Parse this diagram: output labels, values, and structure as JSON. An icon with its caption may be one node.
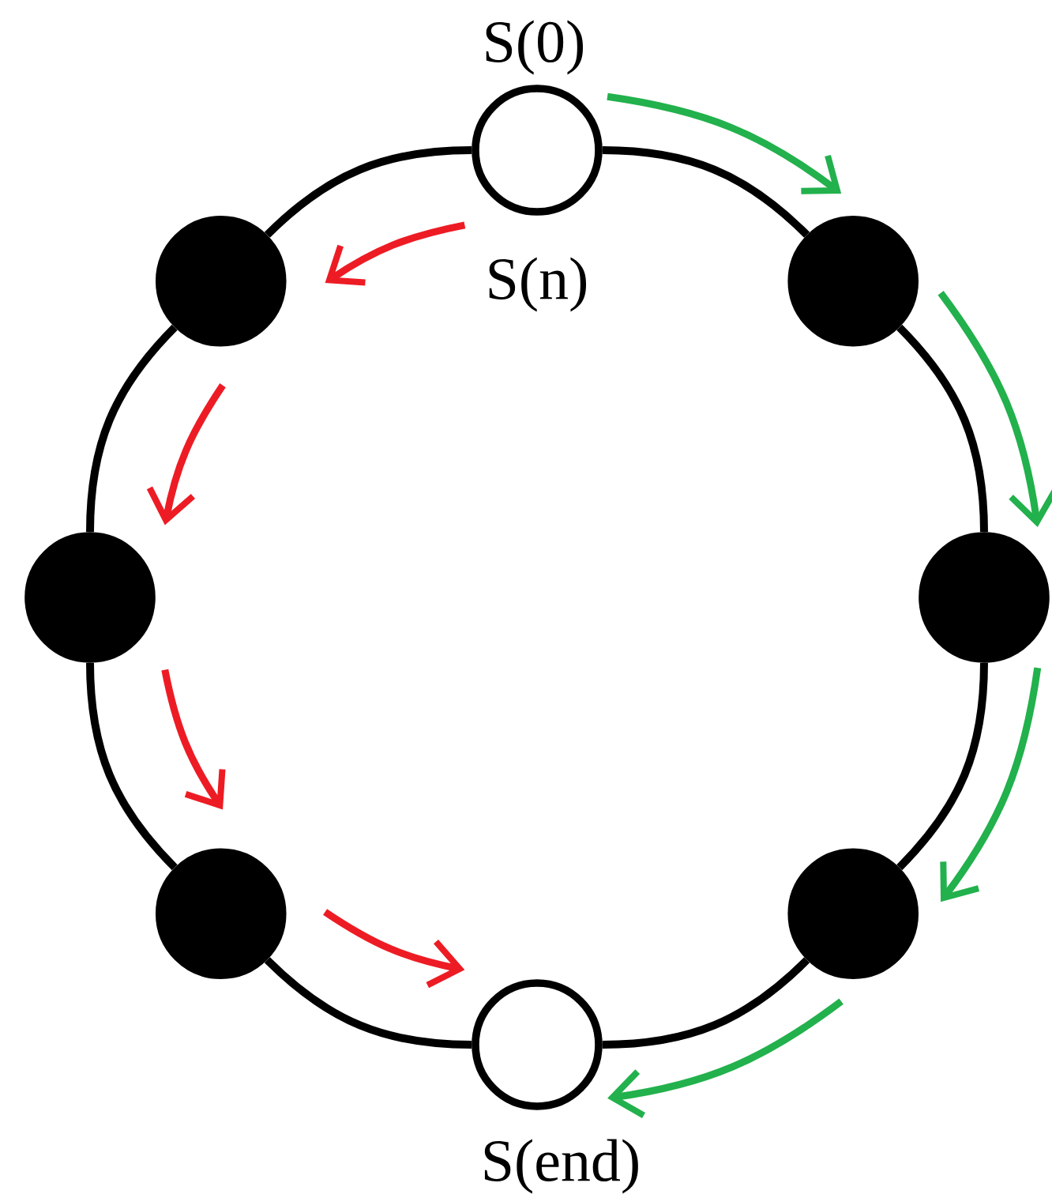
{
  "diagram": {
    "nodes": [
      {
        "text": [],
        "shape": "circle",
        "beside": [
          "S(0)",
          "S(n)"
        ]
      },
      {
        "text": [],
        "shape": "circle"
      },
      {
        "text": [],
        "shape": "circle"
      },
      {
        "text": [],
        "shape": "circle"
      },
      {
        "text": [],
        "shape": "circle"
      },
      {
        "text": [],
        "shape": "circle"
      },
      {
        "text": [],
        "shape": "circle"
      },
      {
        "text": [],
        "shape": "circle",
        "beside": [
          "S(end)"
        ]
      }
    ],
    "edges": [
      {
        "from": 0,
        "to": 2,
        "arrow": "none"
      },
      {
        "from": 2,
        "to": 4,
        "arrow": "none"
      },
      {
        "from": 4,
        "to": 6,
        "arrow": "none"
      },
      {
        "from": 6,
        "to": 7,
        "arrow": "none"
      },
      {
        "from": 7,
        "to": 5,
        "arrow": "none"
      },
      {
        "from": 5,
        "to": 3,
        "arrow": "none"
      },
      {
        "from": 3,
        "to": 1,
        "arrow": "none"
      },
      {
        "from": 1,
        "to": 0,
        "arrow": "none"
      },
      {
        "from": 0,
        "to": 2,
        "arrow": "to",
        "color": "#22b14c"
      },
      {
        "from": 2,
        "to": 4,
        "arrow": "to",
        "color": "#22b14c"
      },
      {
        "from": 4,
        "to": 6,
        "arrow": "to",
        "color": "#22b14c"
      },
      {
        "from": 6,
        "to": 7,
        "arrow": "to",
        "color": "#22b14c"
      },
      {
        "from": 0,
        "to": 1,
        "arrow": "to",
        "color": "#ed1c24"
      },
      {
        "from": 1,
        "to": 3,
        "arrow": "to",
        "color": "#ed1c24"
      },
      {
        "from": 3,
        "to": 5,
        "arrow": "to",
        "color": "#ed1c24"
      },
      {
        "from": 5,
        "to": 7,
        "arrow": "to",
        "color": "#ed1c24"
      }
    ]
  }
}
